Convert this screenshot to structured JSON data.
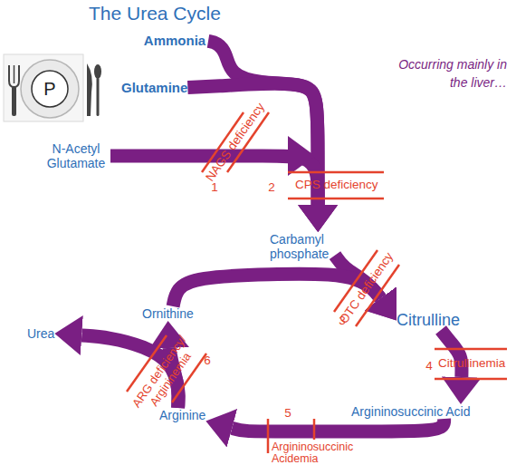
{
  "diagram": {
    "title": "The Urea Cycle",
    "nodes": [
      {
        "text": [
          "Ammonia"
        ]
      },
      {
        "text": [
          "Glutamine"
        ]
      },
      {
        "text": [
          "N-Acetyl Glutamate"
        ]
      },
      {
        "text": [
          "Carbamyl phosphate"
        ]
      },
      {
        "text": [
          "Ornithine"
        ]
      },
      {
        "text": [
          "Citrulline"
        ]
      },
      {
        "text": [
          "Urea"
        ]
      },
      {
        "text": [
          "Arginine"
        ]
      },
      {
        "text": [
          "Argininosuccinic Acid"
        ]
      }
    ],
    "edges": [
      {
        "from": 0,
        "to": 3,
        "arrow": "to"
      },
      {
        "from": 1,
        "to": 3,
        "arrow": "to"
      },
      {
        "from": 2,
        "to": 3,
        "arrow": "to"
      },
      {
        "from": 3,
        "to": 5,
        "arrow": "to"
      },
      {
        "from": 4,
        "to": 5,
        "arrow": "to"
      },
      {
        "from": 5,
        "to": 8,
        "arrow": "to"
      },
      {
        "from": 8,
        "to": 7,
        "arrow": "to"
      },
      {
        "from": 7,
        "to": 4,
        "arrow": "to"
      },
      {
        "from": 7,
        "to": 6,
        "arrow": "to"
      }
    ],
    "labels": [
      "Occurring mainly in the liver…",
      "P",
      "NAGS deficiency",
      "1",
      "2",
      "CPS deficiency",
      "OTC deficiency",
      "3",
      "Citrullinemia",
      "4",
      "Argininosuccinic Acidemia",
      "5",
      "ARG deficiency/ Argininemia",
      "6"
    ]
  }
}
